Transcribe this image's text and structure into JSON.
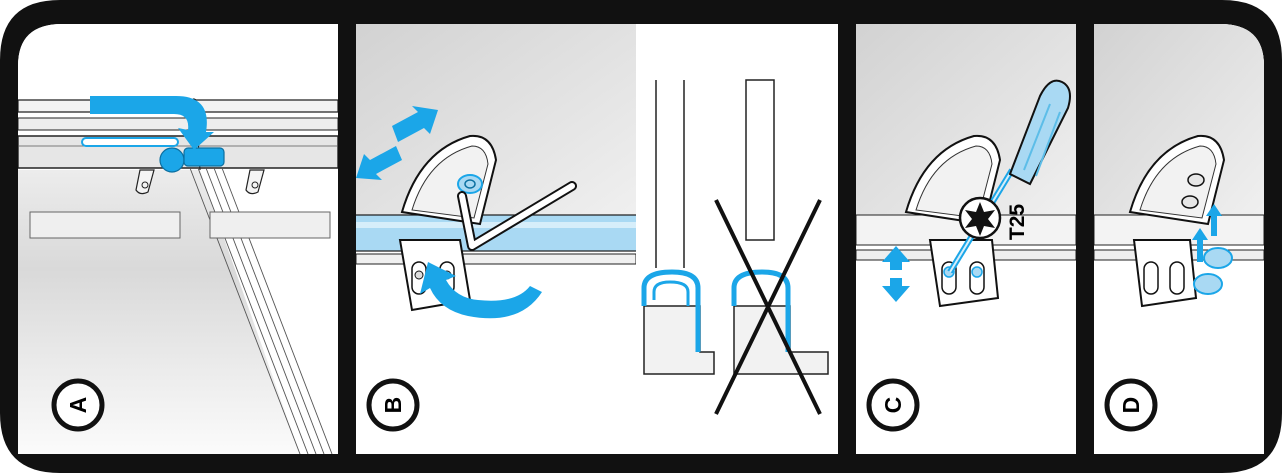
{
  "steps": [
    {
      "id": "A",
      "label": "A"
    },
    {
      "id": "B",
      "label": "B"
    },
    {
      "id": "C",
      "label": "C"
    },
    {
      "id": "D",
      "label": "D"
    }
  ],
  "tool_label": "T25",
  "colors": {
    "frame": "#111111",
    "accent": "#1ba6e8",
    "accent_light": "#a9d9f3",
    "glass_top": "#d6d6d6",
    "glass_bottom": "#f6f6f6",
    "metal": "#e8e8e8",
    "line": "#222222"
  },
  "icons": {
    "rotate_arrow": "curved-arrow-icon",
    "move_arrows": "double-arrow-icon",
    "wrong_mark": "cross-out-icon",
    "torx_symbol": "star-icon"
  }
}
